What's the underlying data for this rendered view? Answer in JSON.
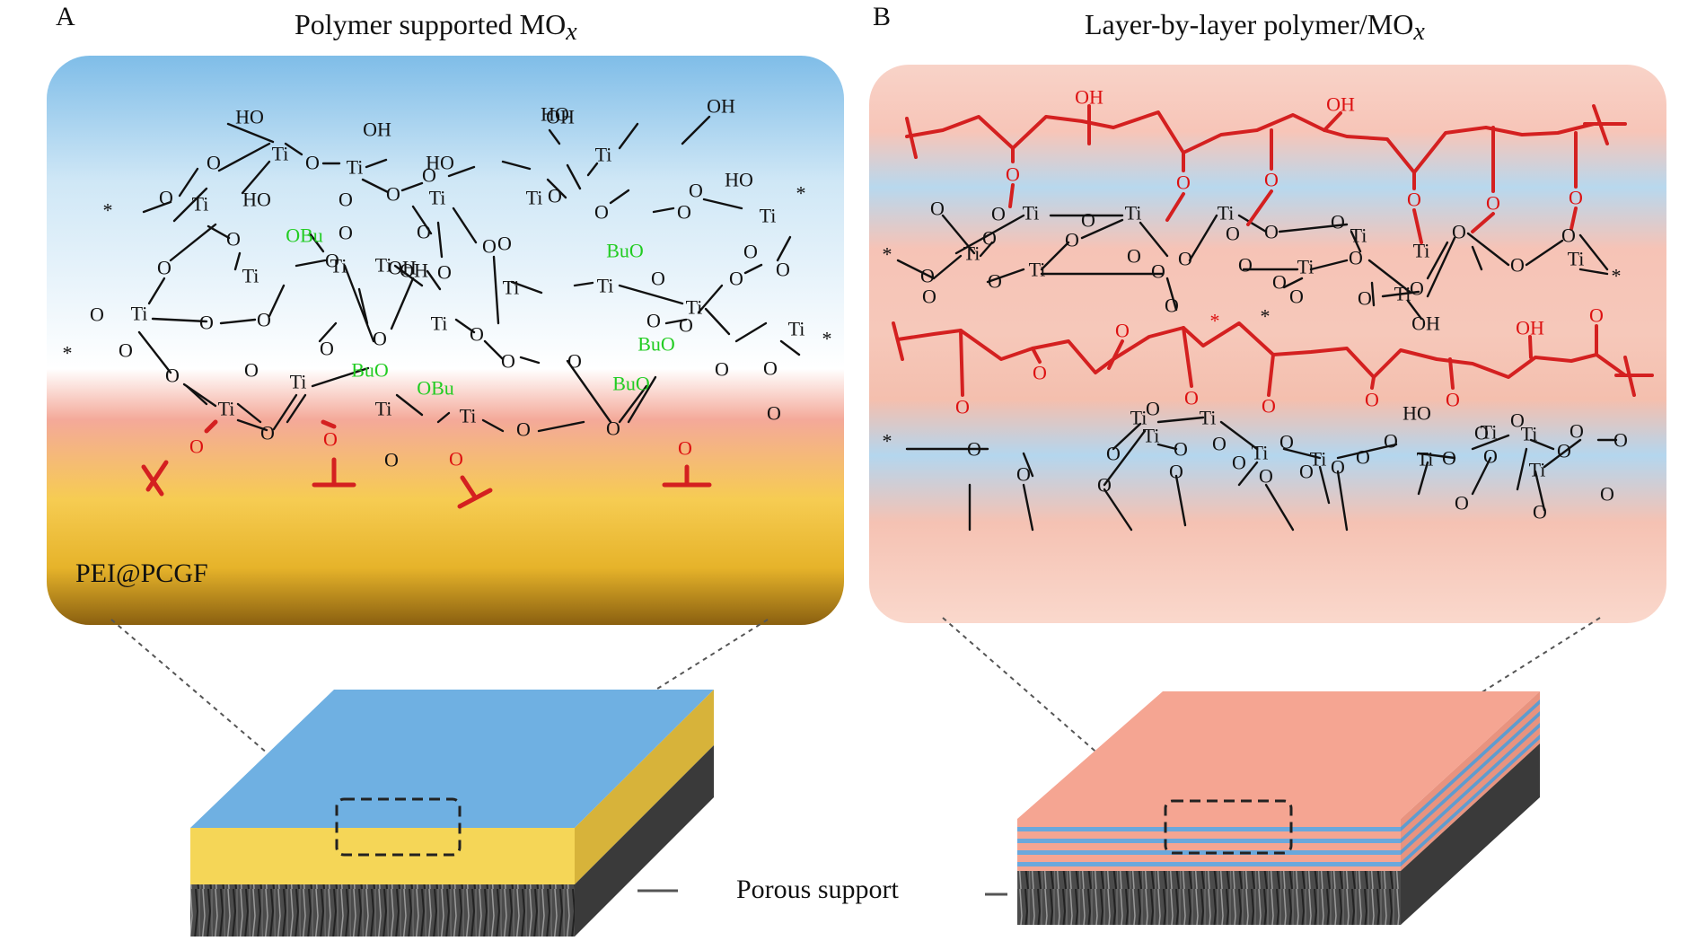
{
  "panels": {
    "a": {
      "letter": "A",
      "title_main": "Polymer supported MO",
      "title_sub": "x",
      "substrate_label": "PEI@PCGF"
    },
    "b": {
      "letter": "B",
      "title_main": "Layer-by-layer polymer/MO",
      "title_sub": "x"
    }
  },
  "support_label": "Porous support",
  "colors": {
    "black": "#111111",
    "green": "#22cc22",
    "red": "#dd1111",
    "polymer": "#d42020",
    "blue_top": "#7ab8e4",
    "gold": "#e6b42a",
    "pink": "#f6b7a8",
    "salmon": "#f59e8c"
  },
  "structure_a": {
    "atoms": [
      {
        "t": "HO",
        "c": "k"
      },
      {
        "t": "OH",
        "c": "k"
      },
      {
        "t": "HO",
        "c": "k"
      },
      {
        "t": "HO",
        "c": "k"
      },
      {
        "t": "OH",
        "c": "k"
      },
      {
        "t": "OH",
        "c": "k"
      },
      {
        "t": "HO",
        "c": "k"
      },
      {
        "t": "OH",
        "c": "k"
      },
      {
        "t": "HO",
        "c": "k"
      },
      {
        "t": "OH",
        "c": "k"
      },
      {
        "t": "Ti",
        "c": "k"
      },
      {
        "t": "Ti",
        "c": "k"
      },
      {
        "t": "Ti",
        "c": "k"
      },
      {
        "t": "Ti",
        "c": "k"
      },
      {
        "t": "Ti",
        "c": "k"
      },
      {
        "t": "Ti",
        "c": "k"
      },
      {
        "t": "Ti",
        "c": "k"
      },
      {
        "t": "Ti",
        "c": "k"
      },
      {
        "t": "Ti",
        "c": "k"
      },
      {
        "t": "Ti",
        "c": "k"
      },
      {
        "t": "Ti",
        "c": "k"
      },
      {
        "t": "Ti",
        "c": "k"
      },
      {
        "t": "Ti",
        "c": "k"
      },
      {
        "t": "Ti",
        "c": "k"
      },
      {
        "t": "Ti",
        "c": "k"
      },
      {
        "t": "Ti",
        "c": "k"
      },
      {
        "t": "Ti",
        "c": "k"
      },
      {
        "t": "Ti",
        "c": "k"
      },
      {
        "t": "Ti",
        "c": "k"
      },
      {
        "t": "Ti",
        "c": "k"
      },
      {
        "t": "OBu",
        "c": "g"
      },
      {
        "t": "BuO",
        "c": "g"
      },
      {
        "t": "BuO",
        "c": "g"
      },
      {
        "t": "BuO",
        "c": "g"
      },
      {
        "t": "OBu",
        "c": "g"
      },
      {
        "t": "BuO",
        "c": "g"
      },
      {
        "t": "O",
        "c": "r"
      },
      {
        "t": "O",
        "c": "r"
      },
      {
        "t": "O",
        "c": "r"
      },
      {
        "t": "O",
        "c": "r"
      },
      {
        "t": "*",
        "c": "k"
      },
      {
        "t": "*",
        "c": "k"
      },
      {
        "t": "*",
        "c": "k"
      },
      {
        "t": "*",
        "c": "k"
      }
    ]
  },
  "structure_b": {
    "atoms": [
      {
        "t": "OH",
        "c": "r"
      },
      {
        "t": "OH",
        "c": "r"
      },
      {
        "t": "OH",
        "c": "r"
      },
      {
        "t": "Ti",
        "c": "k"
      },
      {
        "t": "Ti",
        "c": "k"
      },
      {
        "t": "Ti",
        "c": "k"
      },
      {
        "t": "Ti",
        "c": "k"
      },
      {
        "t": "Ti",
        "c": "k"
      },
      {
        "t": "Ti",
        "c": "k"
      },
      {
        "t": "Ti",
        "c": "k"
      },
      {
        "t": "Ti",
        "c": "k"
      },
      {
        "t": "Ti",
        "c": "k"
      },
      {
        "t": "Ti",
        "c": "k"
      },
      {
        "t": "Ti",
        "c": "k"
      },
      {
        "t": "Ti",
        "c": "k"
      },
      {
        "t": "Ti",
        "c": "k"
      },
      {
        "t": "Ti",
        "c": "k"
      },
      {
        "t": "Ti",
        "c": "k"
      },
      {
        "t": "Ti",
        "c": "k"
      },
      {
        "t": "Ti",
        "c": "k"
      },
      {
        "t": "Ti",
        "c": "k"
      },
      {
        "t": "Ti",
        "c": "k"
      },
      {
        "t": "OH",
        "c": "k"
      },
      {
        "t": "HO",
        "c": "k"
      },
      {
        "t": "*",
        "c": "k"
      },
      {
        "t": "*",
        "c": "k"
      },
      {
        "t": "*",
        "c": "k"
      },
      {
        "t": "*",
        "c": "k"
      },
      {
        "t": "*",
        "c": "r"
      }
    ]
  }
}
